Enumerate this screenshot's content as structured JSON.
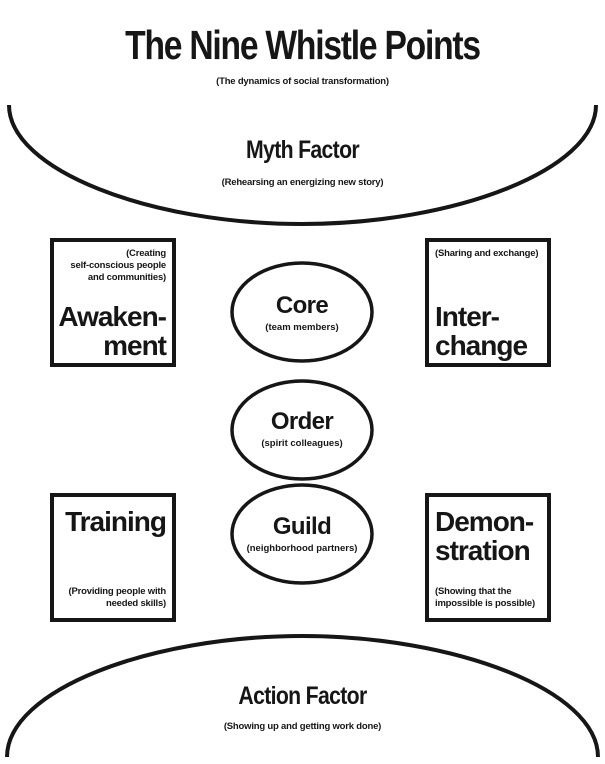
{
  "title": "The Nine Whistle Points",
  "subtitle": "(The dynamics of social transformation)",
  "myth_factor": {
    "name": "Myth Factor",
    "desc": "(Rehearsing an energizing new story)"
  },
  "action_factor": {
    "name": "Action Factor",
    "desc": "(Showing up and getting work done)"
  },
  "boxes": {
    "awakenment": {
      "name_line1": "Awaken-",
      "name_line2": "ment",
      "desc_line1": "(Creating",
      "desc_line2": "self-conscious people",
      "desc_line3": "and communities)"
    },
    "interchange": {
      "name_line1": "Inter-",
      "name_line2": "change",
      "desc_line1": "(Sharing and exchange)"
    },
    "training": {
      "name_line1": "Training",
      "desc_line1": "(Providing people with",
      "desc_line2": "needed skills)"
    },
    "demonstration": {
      "name_line1": "Demon-",
      "name_line2": "stration",
      "desc_line1": "(Showing that the",
      "desc_line2": "impossible is possible)"
    }
  },
  "ovals": {
    "core": {
      "name": "Core",
      "desc": "(team members)"
    },
    "order": {
      "name": "Order",
      "desc": "(spirit colleagues)"
    },
    "guild": {
      "name": "Guild",
      "desc": "(neighborhood partners)"
    }
  },
  "colors": {
    "ink": "#161616",
    "background": "#ffffff"
  }
}
